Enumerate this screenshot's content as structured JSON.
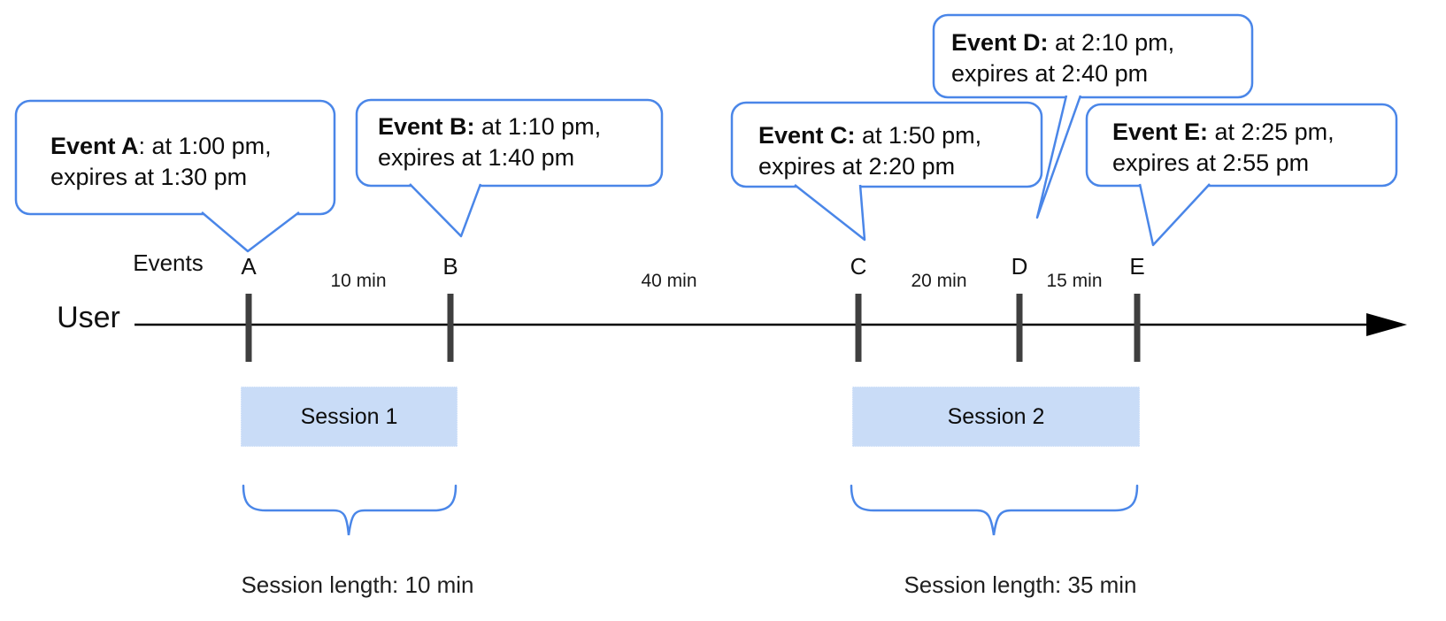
{
  "axis": {
    "events_label": "Events",
    "user_label": "User"
  },
  "events": [
    {
      "letter": "A",
      "bubble_bold": "Event A",
      "bubble_rest": ": at 1:00 pm,",
      "bubble_line2": "expires at 1:30 pm"
    },
    {
      "letter": "B",
      "bubble_bold": "Event B:",
      "bubble_rest": " at 1:10 pm,",
      "bubble_line2": "expires at 1:40 pm"
    },
    {
      "letter": "C",
      "bubble_bold": "Event C:",
      "bubble_rest": " at 1:50 pm,",
      "bubble_line2": "expires at 2:20 pm"
    },
    {
      "letter": "D",
      "bubble_bold": "Event D:",
      "bubble_rest": " at 2:10 pm,",
      "bubble_line2": "expires at 2:40 pm"
    },
    {
      "letter": "E",
      "bubble_bold": "Event E:",
      "bubble_rest": " at 2:25 pm,",
      "bubble_line2": "expires at 2:55 pm"
    }
  ],
  "intervals": [
    {
      "label": "10 min"
    },
    {
      "label": "40 min"
    },
    {
      "label": "20 min"
    },
    {
      "label": "15 min"
    }
  ],
  "sessions": [
    {
      "label": "Session 1",
      "length_label": "Session length: 10 min"
    },
    {
      "label": "Session 2",
      "length_label": "Session length: 35 min"
    }
  ],
  "colors": {
    "bubble_stroke": "#4a86e8",
    "brace_stroke": "#4a86e8",
    "session_fill": "#c9dcf7",
    "tick_fill": "#3f3f3f",
    "axis_stroke": "#000000"
  }
}
